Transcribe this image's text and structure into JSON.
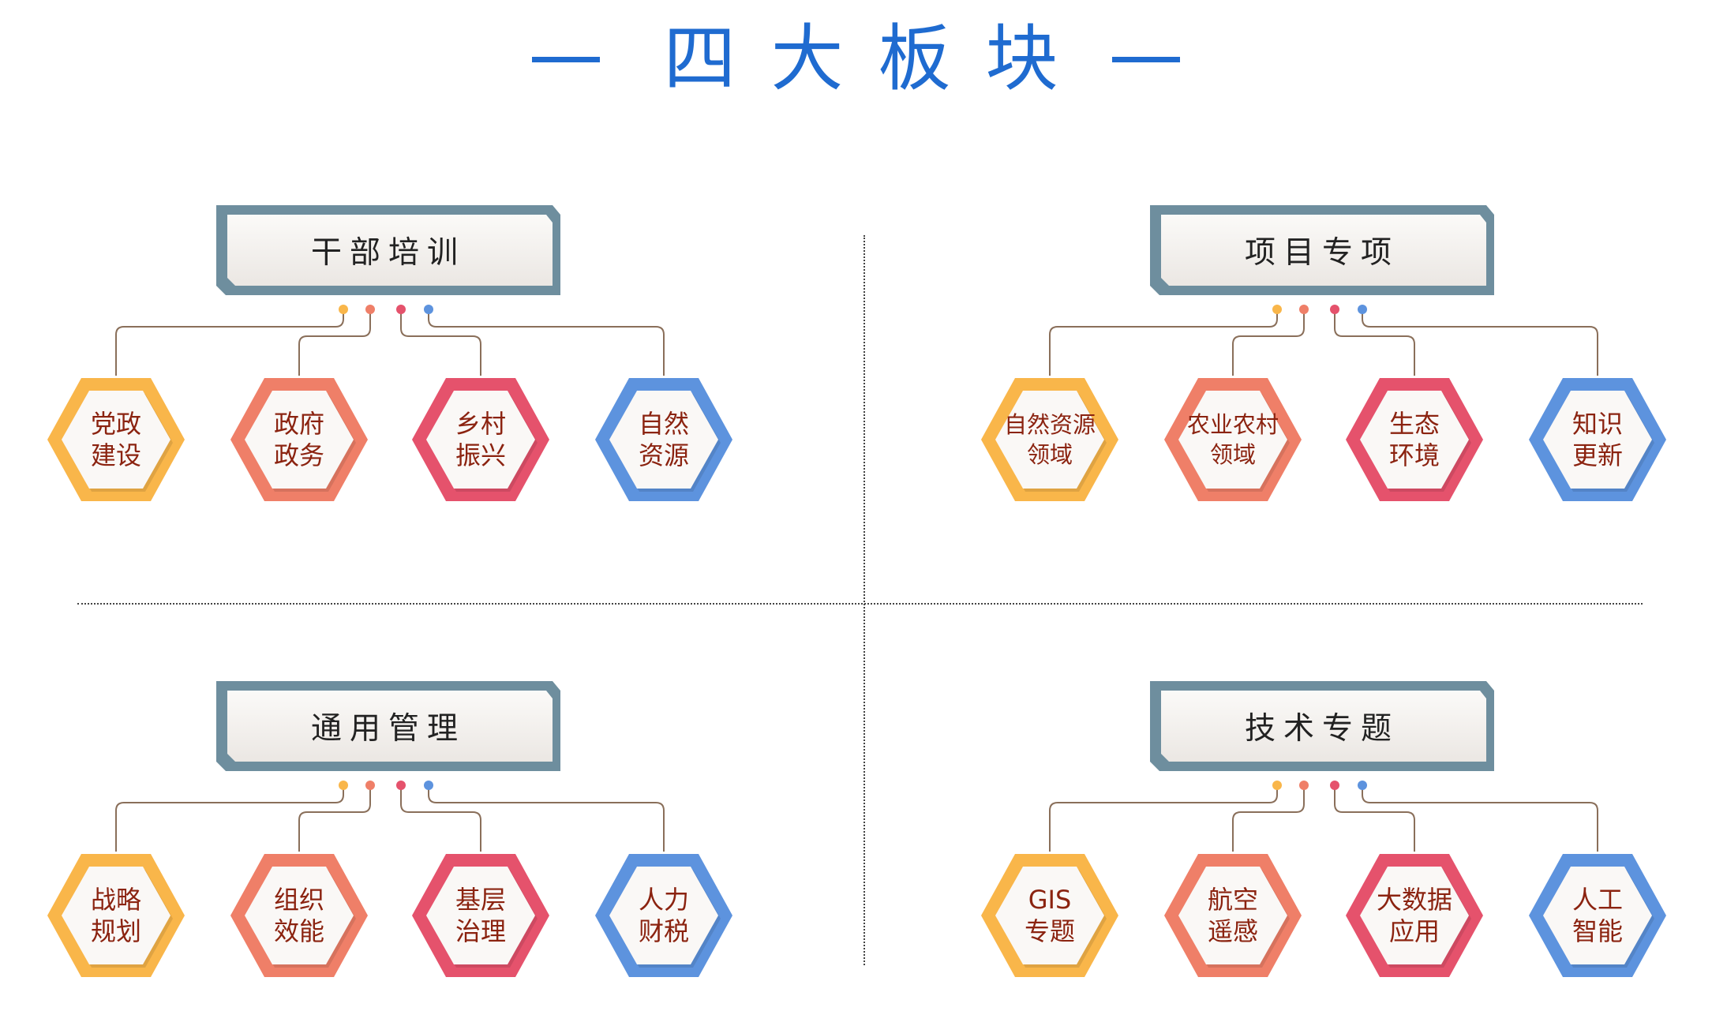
{
  "title": "四大板块",
  "colors": {
    "title": "#1f6bd0",
    "panel_border": "#6e8e9e",
    "hex_text": "#8b2310",
    "connector": "#8a6f5a",
    "palette": [
      "#f9b64a",
      "#ef7f68",
      "#e5526c",
      "#5d93de"
    ]
  },
  "quadrants": [
    {
      "panel": "干部培训",
      "items": [
        {
          "label": "党政\n建设"
        },
        {
          "label": "政府\n政务"
        },
        {
          "label": "乡村\n振兴"
        },
        {
          "label": "自然\n资源"
        }
      ]
    },
    {
      "panel": "项目专项",
      "items": [
        {
          "label": "自然资源\n领域"
        },
        {
          "label": "农业农村\n领域"
        },
        {
          "label": "生态\n环境"
        },
        {
          "label": "知识\n更新"
        }
      ]
    },
    {
      "panel": "通用管理",
      "items": [
        {
          "label": "战略\n规划"
        },
        {
          "label": "组织\n效能"
        },
        {
          "label": "基层\n治理"
        },
        {
          "label": "人力\n财税"
        }
      ]
    },
    {
      "panel": "技术专题",
      "items": [
        {
          "label": "GIS\n专题"
        },
        {
          "label": "航空\n遥感"
        },
        {
          "label": "大数据\n应用"
        },
        {
          "label": "人工\n智能"
        }
      ]
    }
  ]
}
